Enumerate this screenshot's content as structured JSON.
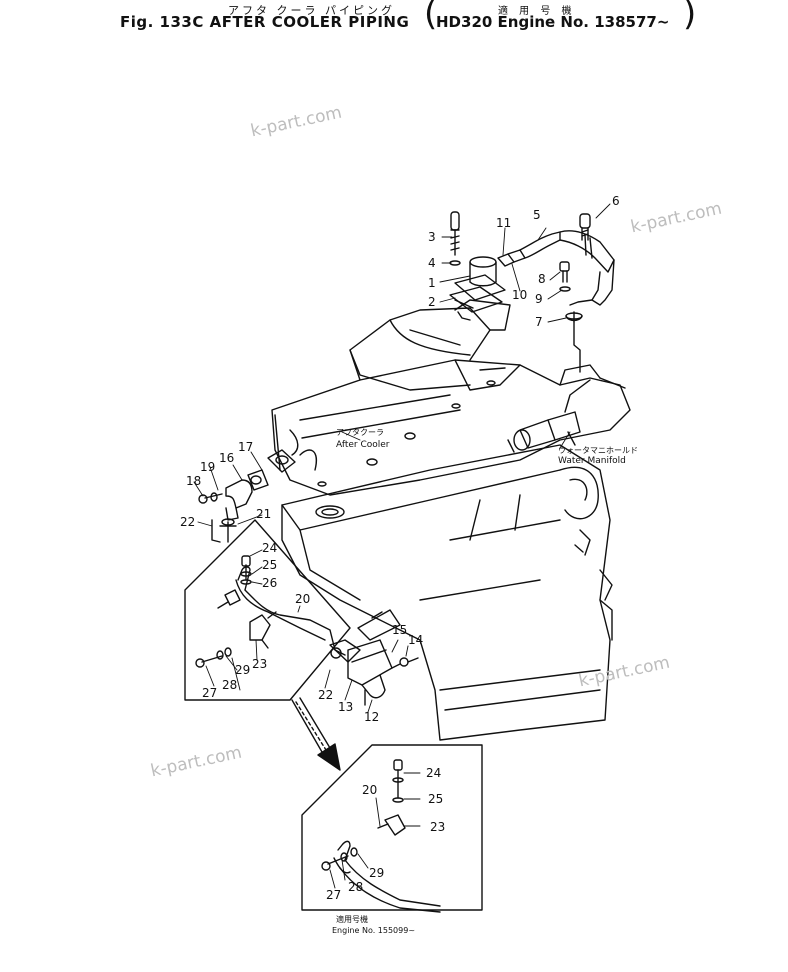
{
  "header": {
    "japanese_title": "アフタ クーラ パイピング",
    "figure_title": "Fig. 133C   AFTER COOLER PIPING",
    "applicability_japanese": "適 用 号 機",
    "applicability": "HD320 Engine No. 138577~"
  },
  "callouts": {
    "after_cooler_jp": "アフタクーラ",
    "after_cooler": "After Cooler",
    "water_manifold_jp": "ウォータマニホールド",
    "water_manifold": "Water Manifold",
    "inset_applicability_jp": "適用号機",
    "inset_applicability": "Engine No. 155099~"
  },
  "part_numbers": [
    "1",
    "2",
    "3",
    "4",
    "5",
    "6",
    "7",
    "8",
    "9",
    "10",
    "11",
    "12",
    "13",
    "14",
    "15",
    "16",
    "17",
    "18",
    "19",
    "20",
    "21",
    "22",
    "23",
    "24",
    "25",
    "26",
    "27",
    "28",
    "29"
  ],
  "inset_part_numbers": [
    "20",
    "23",
    "24",
    "25",
    "27",
    "28",
    "29"
  ],
  "watermark": "k-part.com"
}
